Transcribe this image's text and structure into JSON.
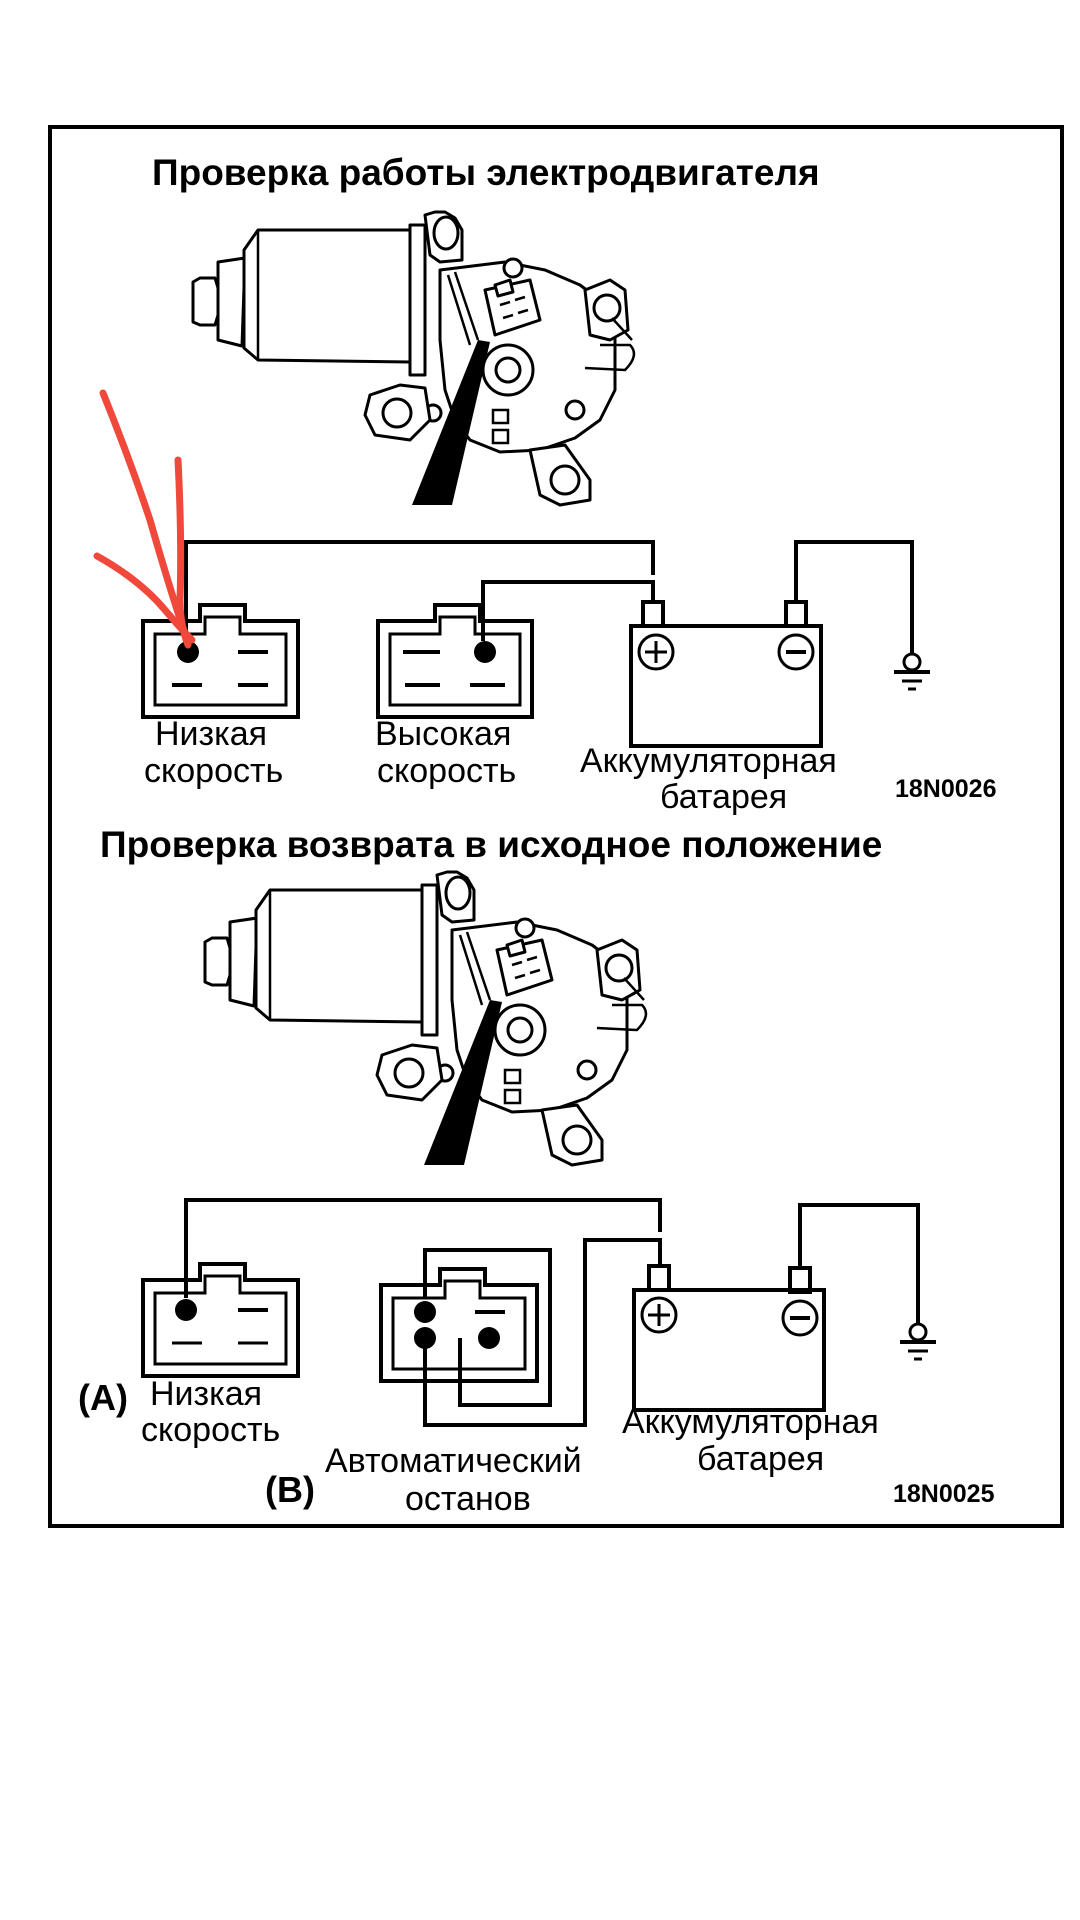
{
  "page": {
    "background": "#ffffff",
    "annotation_color": "#f0483a"
  },
  "top_panel": {
    "title": "Проверка работы электродвигателя",
    "connector_low_label": [
      "Низкая",
      "скорость"
    ],
    "connector_high_label": [
      "Высокая",
      "скорость"
    ],
    "battery_label": [
      "Аккумуляторная",
      "батарея"
    ],
    "battery_plus_symbol": "+",
    "battery_minus_symbol": "−",
    "figure_code": "18N0026"
  },
  "bottom_panel": {
    "title": "Проверка возврата в исходное положение",
    "marker_a": "(A)",
    "marker_b": "(B)",
    "connector_low_label": [
      "Низкая",
      "скорость"
    ],
    "connector_auto_label": [
      "Автоматический",
      "останов"
    ],
    "battery_label": [
      "Аккумуляторная",
      "батарея"
    ],
    "battery_plus_symbol": "+",
    "battery_minus_symbol": "−",
    "figure_code": "18N0025"
  },
  "annotation": {
    "type": "hand-drawn-arrow",
    "points_to": "low-speed terminal (top panel)"
  }
}
